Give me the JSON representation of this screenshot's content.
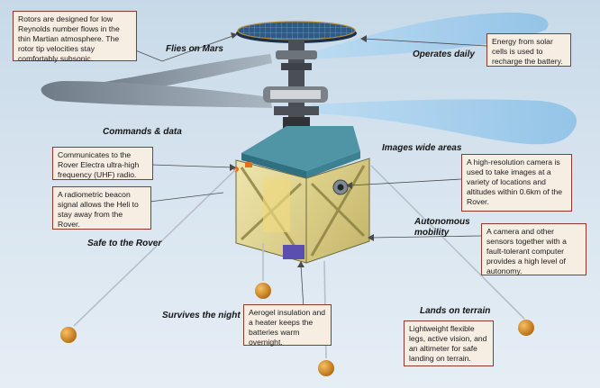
{
  "headings": {
    "flies_on_mars": "Flies on Mars",
    "operates_daily": "Operates daily",
    "commands_data": "Commands & data",
    "images_wide_areas": "Images wide areas",
    "autonomous_mobility": "Autonomous mobility",
    "safe_to_rover": "Safe to the Rover",
    "survives_night": "Survives the night",
    "lands_on_terrain": "Lands on terrain"
  },
  "callouts": {
    "rotors": "Rotors are designed for low Reynolds number flows in the thin Martian atmosphere. The rotor tip velocities stay comfortably subsonic.",
    "solar": "Energy from solar cells is used to recharge the battery.",
    "uhf": "Communicates to the Rover Electra ultra-high frequency (UHF) radio.",
    "beacon": "A radiometric beacon signal allows the Heli to stay away from the Rover.",
    "camera": "A high-resolution camera is used to take images at a variety of locations and altitudes within 0.6km of the Rover.",
    "autonomy": "A camera and other sensors together with a fault-tolerant computer provides a high level of autonomy.",
    "aerogel": "Aerogel insulation and a heater keeps the batteries warm overnight.",
    "legs": "Lightweight flexible legs, active vision, and an altimeter for safe landing on terrain."
  },
  "colors": {
    "background": "#d3e2ee",
    "callout_fill": "#f6eee3",
    "callout_border": "#8c3a2e",
    "body_fill": "#e6dc9c",
    "blade_blue": "#9cc8ea",
    "blade_gray": "#8c9aa6",
    "solar_panel": "#2e5c8a",
    "foot_orange": "#e08a1c"
  }
}
